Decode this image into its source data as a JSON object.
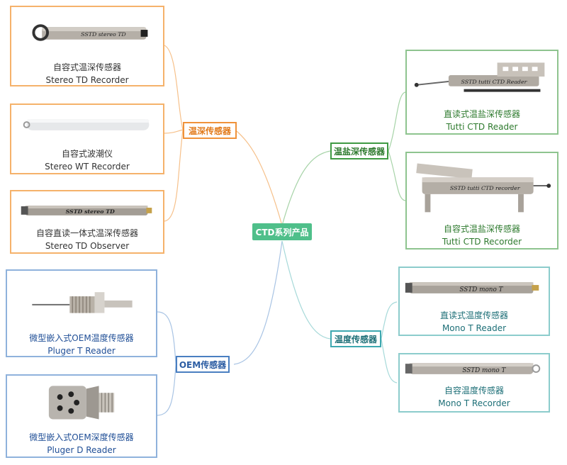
{
  "center": {
    "label": "CTD系列产品"
  },
  "groups": {
    "wendu_shen": {
      "label": "温深传感器",
      "color": "#f0923a"
    },
    "oem": {
      "label": "OEM传感器",
      "color": "#4a7fc1"
    },
    "wen_yan_shen": {
      "label": "温盐深传感器",
      "color": "#3f9a43"
    },
    "wendu": {
      "label": "温度传感器",
      "color": "#3ea8b0"
    }
  },
  "products": [
    {
      "line1": "自容式温深传感器",
      "line2": "Stereo TD Recorder",
      "device_text": "SSTD  stereo TD"
    },
    {
      "line1": "自容式波潮仪",
      "line2": "Stereo WT Recorder"
    },
    {
      "line1": "自容直读一体式温深传感器",
      "line2": "Stereo TD Observer",
      "device_text": "SSTD stereo TD"
    },
    {
      "line1": "微型嵌入式OEM温度传感器",
      "line2": "Pluger T Reader"
    },
    {
      "line1": "微型嵌入式OEM深度传感器",
      "line2": "Pluger D Reader"
    },
    {
      "line1": "直读式温盐深传感器",
      "line2": "Tutti CTD Reader",
      "device_text": "SSTD tutti CTD Reader"
    },
    {
      "line1": "自容式温盐深传感器",
      "line2": "Tutti CTD Recorder",
      "device_text": "SSTD tutti CTD recorder"
    },
    {
      "line1": "直读式温度传感器",
      "line2": "Mono T Reader",
      "device_text": "SSTD   mono T"
    },
    {
      "line1": "自容温度传感器",
      "line2": "Mono T Recorder",
      "device_text": "SSTD   mono T"
    }
  ]
}
